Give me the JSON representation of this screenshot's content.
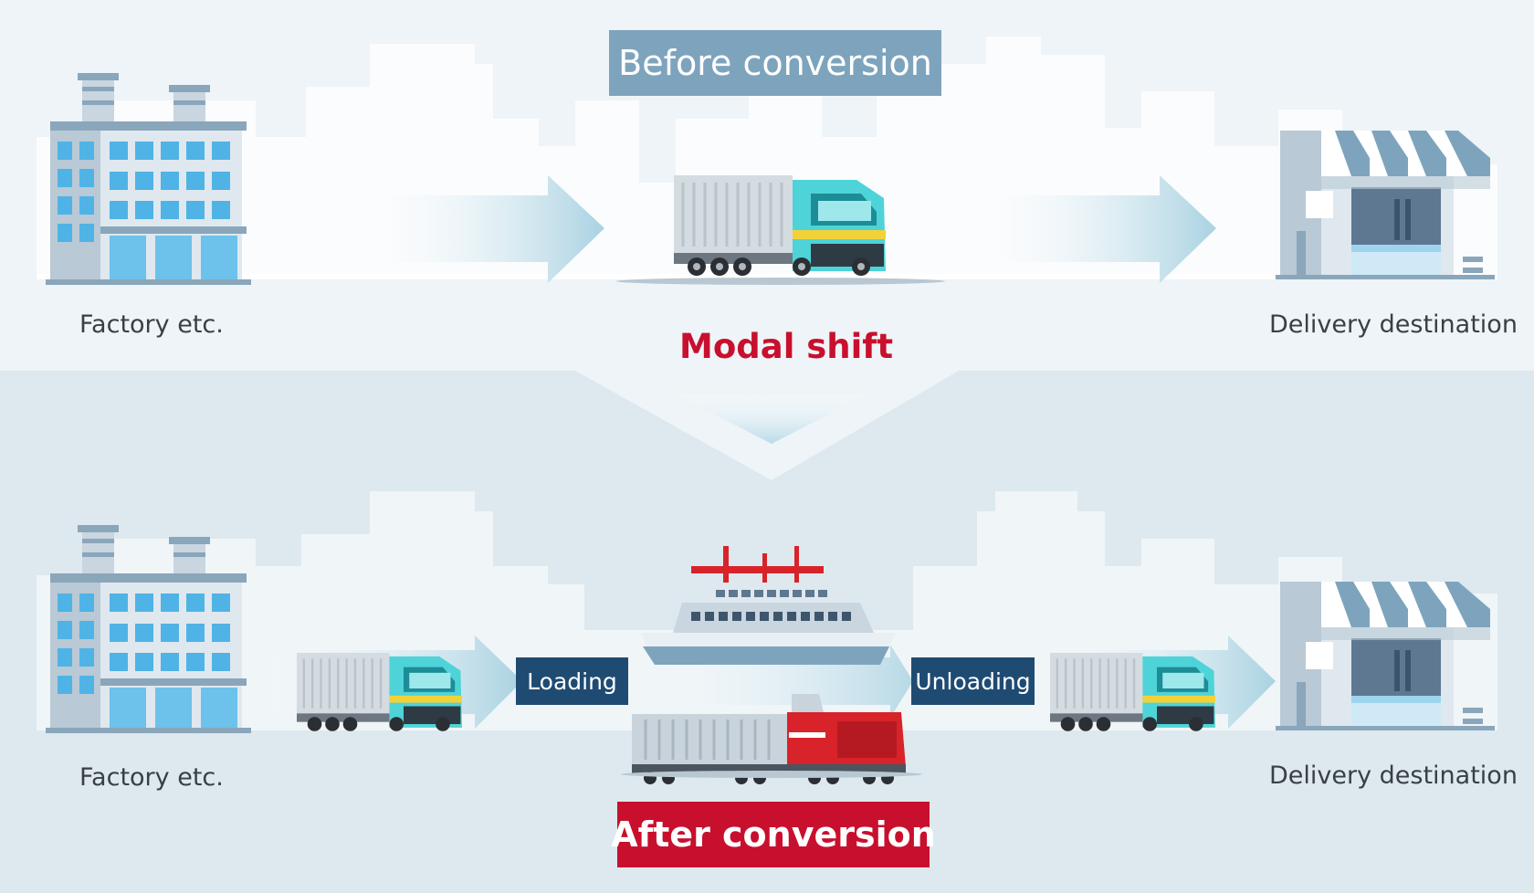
{
  "before": {
    "title": "Before conversion",
    "origin_label": "Factory etc.",
    "destination_label": "Delivery destination"
  },
  "shift_label": "Modal shift",
  "after": {
    "title": "After conversion",
    "origin_label": "Factory etc.",
    "destination_label": "Delivery destination",
    "loading_label": "Loading",
    "unloading_label": "Unloading"
  },
  "colors": {
    "before_badge": "#7ea4bd",
    "after_badge": "#c8102e",
    "shift_text": "#c8102e",
    "step_badge": "#1f4b73",
    "truck_cab": "#4ed3d8",
    "locomotive": "#d8232a"
  },
  "icons": [
    "factory-icon",
    "truck-icon",
    "ship-icon",
    "train-icon",
    "store-icon",
    "arrow-icon"
  ]
}
